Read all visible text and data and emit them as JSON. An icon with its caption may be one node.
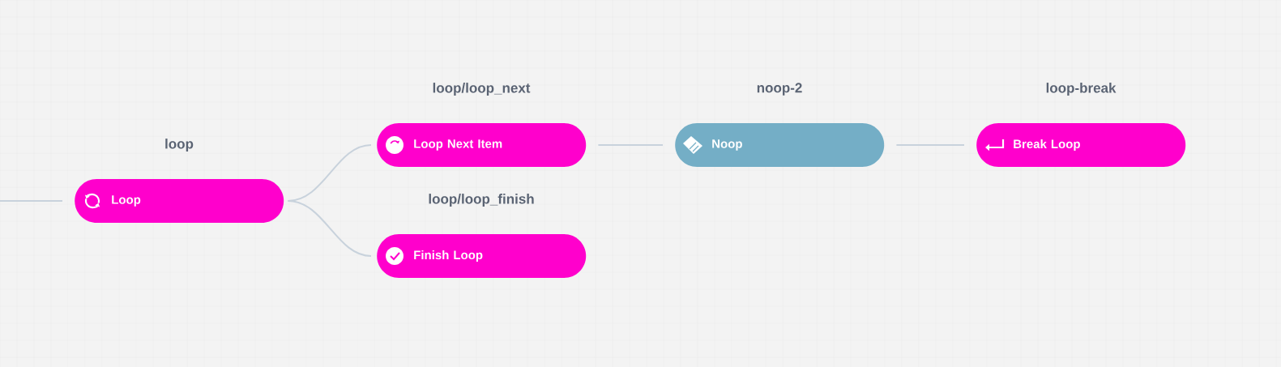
{
  "diagram": {
    "nodes": [
      {
        "text": [
          "Loop"
        ],
        "beside": [
          "loop"
        ]
      },
      {
        "text": [
          "Loop Next Item"
        ],
        "beside": [
          "loop/loop_next"
        ]
      },
      {
        "text": [
          "Finish Loop"
        ],
        "beside": [
          "loop/loop_finish"
        ]
      },
      {
        "text": [
          "Noop"
        ],
        "beside": [
          "noop-2"
        ]
      },
      {
        "text": [
          "Break Loop"
        ],
        "beside": [
          "loop-break"
        ]
      }
    ],
    "edges": [
      {
        "from": null,
        "to": 0,
        "arrow": "none"
      },
      {
        "from": 0,
        "to": 1,
        "arrow": "none"
      },
      {
        "from": 0,
        "to": 2,
        "arrow": "none"
      },
      {
        "from": 1,
        "to": 3,
        "arrow": "none"
      },
      {
        "from": 3,
        "to": 4,
        "arrow": "none"
      }
    ]
  }
}
